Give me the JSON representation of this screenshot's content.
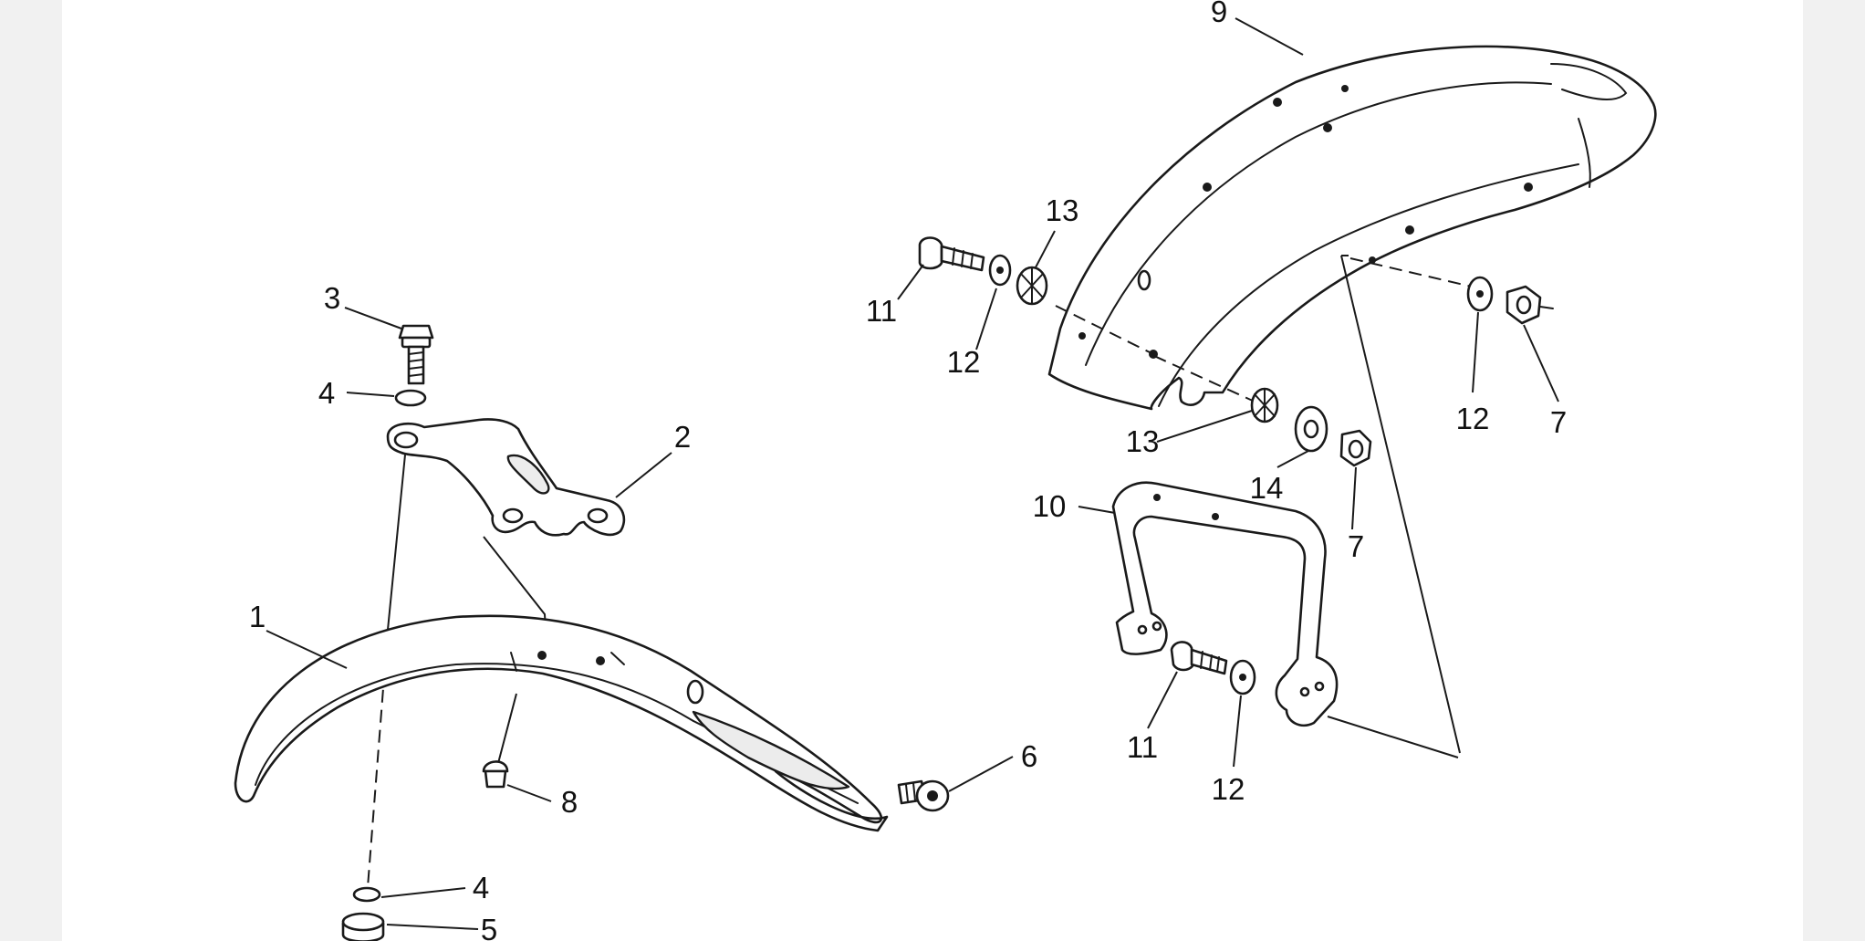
{
  "callouts": {
    "c1": "1",
    "c2": "2",
    "c3": "3",
    "c4a": "4",
    "c4b": "4",
    "c5": "5",
    "c6": "6",
    "c7a": "7",
    "c7b": "7",
    "c8": "8",
    "c9": "9",
    "c10": "10",
    "c11a": "11",
    "c11b": "11",
    "c12a": "12",
    "c12b": "12",
    "c12c": "12",
    "c13a": "13",
    "c13b": "13",
    "c14": "14"
  }
}
